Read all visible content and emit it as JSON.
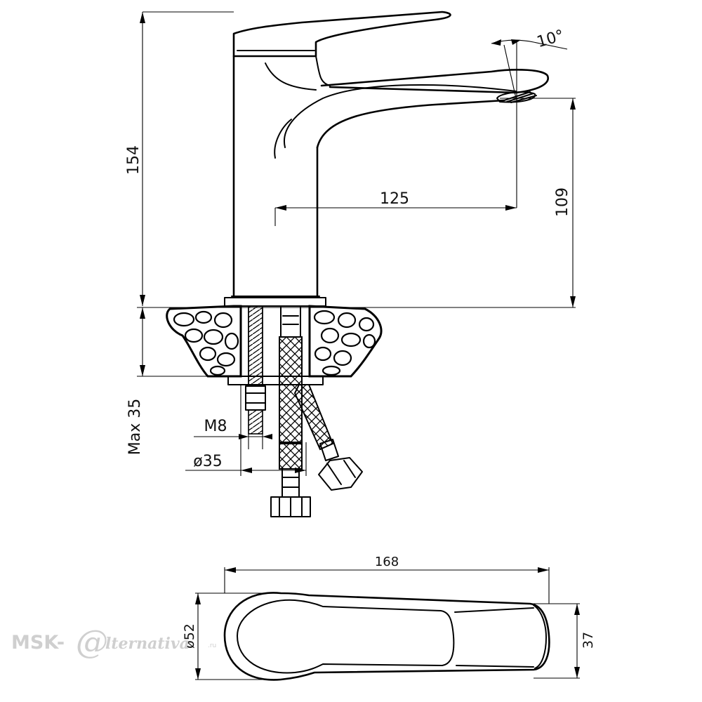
{
  "dimensions": {
    "overall_height": "154",
    "spout_reach": "125",
    "spout_height": "109",
    "spout_angle": "10°",
    "max_counter_thickness": "Max 35",
    "thread": "M8",
    "mounting_hole": "ø35",
    "top_length": "168",
    "base_diameter": "ø52",
    "spout_width": "37"
  },
  "watermark": {
    "brand_prefix": "MSK-",
    "brand_at": "@",
    "brand_suffix": "lternativa",
    "brand_tld": ".ru"
  }
}
